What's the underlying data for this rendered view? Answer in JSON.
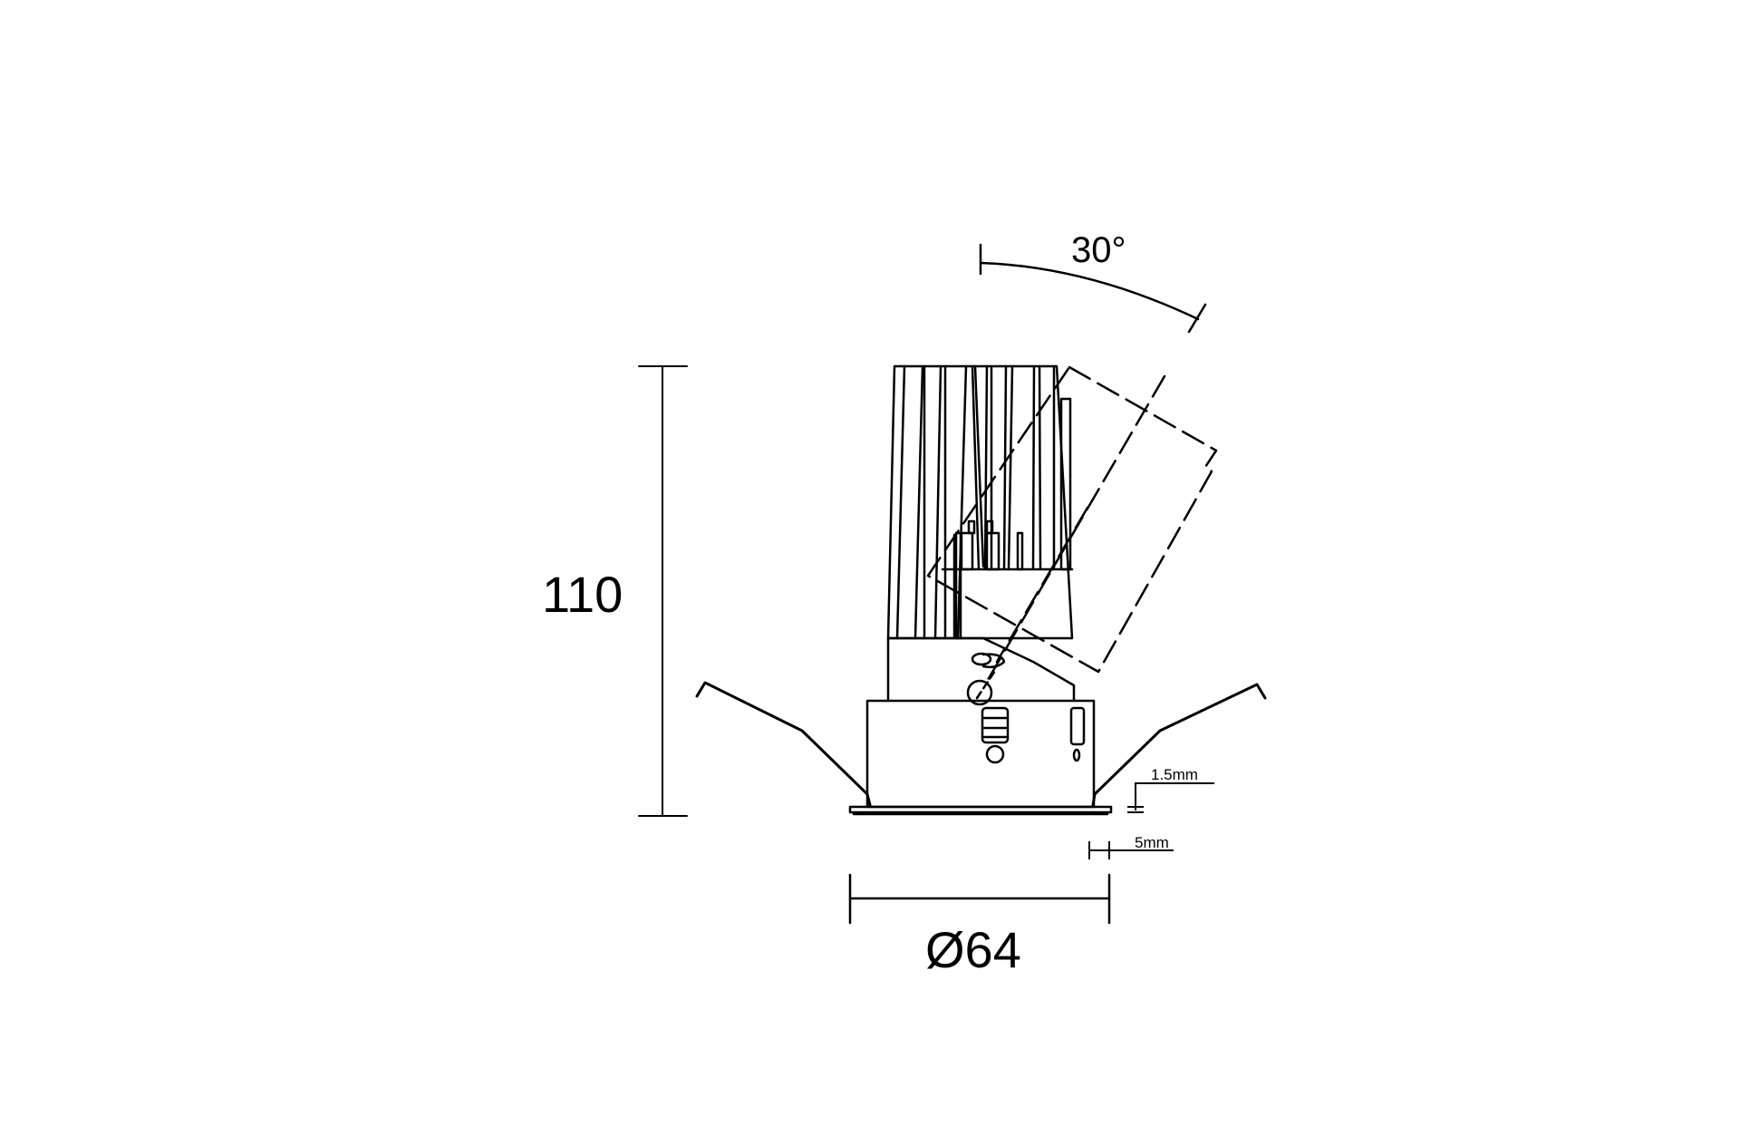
{
  "drawing": {
    "subject": "Recessed adjustable downlight - side view",
    "line_color": "#000000",
    "background_color": "#ffffff",
    "dimensions": {
      "height": {
        "label": "110",
        "value": 110,
        "unit": "mm"
      },
      "diameter": {
        "label": "Ø64",
        "value": 64,
        "unit": "mm"
      },
      "tilt_angle": {
        "label": "30°",
        "value": 30,
        "unit": "deg"
      },
      "trim_thickness": {
        "label": "1.5mm",
        "value": 1.5,
        "unit": "mm"
      },
      "trim_overhang": {
        "label": "5mm",
        "value": 5,
        "unit": "mm"
      }
    }
  }
}
